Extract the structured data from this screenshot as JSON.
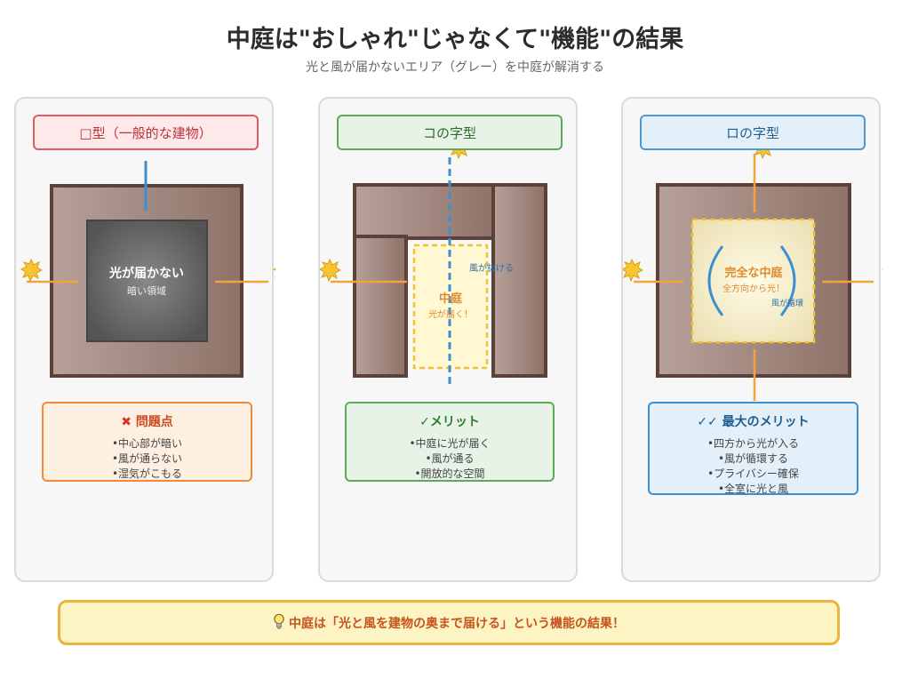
{
  "title": "中庭は\"おしゃれ\"じゃなくて\"機能\"の結果",
  "subtitle": "光と風が届かないエリア（グレー）を中庭が解消する",
  "panels": [
    {
      "label": "□型（一般的な建物）",
      "center_title": "光が届かない",
      "center_sub": "暗い領域",
      "info_title": "問題点",
      "info_icon": "cross-mark-icon",
      "items": [
        "•中心部が暗い",
        "•風が通らない",
        "•湿気がこもる"
      ]
    },
    {
      "label": "コの字型",
      "center_title": "中庭",
      "center_sub": "光が届く！",
      "wind_label": "風が抜ける",
      "info_title": "✓メリット",
      "items": [
        "•中庭に光が届く",
        "•風が通る",
        "•開放的な空間"
      ]
    },
    {
      "label": "ロの字型",
      "center_title": "完全な中庭",
      "center_sub": "全方向から光！",
      "wind_label": "風が循環",
      "info_title": "✓✓ 最大のメリット",
      "items": [
        "•四方から光が入る",
        "•風が循環する",
        "•プライバシー確保",
        "•全室に光と風"
      ]
    }
  ],
  "footer": {
    "icon": "lightbulb-icon",
    "text": "中庭は「光と風を建物の奥まで届ける」という機能の結果！"
  },
  "colors": {
    "building": "#9c8176",
    "building_border": "#5d4037",
    "dark_area": "#616161",
    "courtyard": "#fff8d2",
    "courtyard_border": "#f2c230",
    "light_ray": "#f5a23a",
    "wind": "#3d8fd0",
    "sun": "#f7c531"
  }
}
